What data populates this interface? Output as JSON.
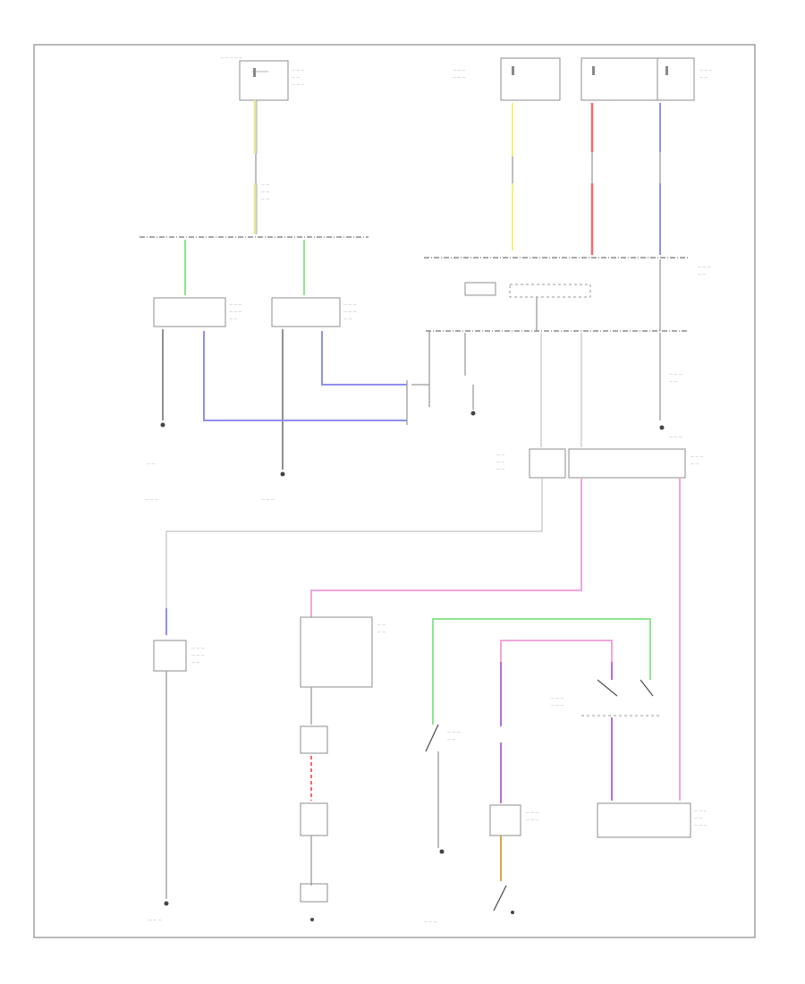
{
  "diagram": {
    "corner_label": "",
    "colors": {
      "frame": "#8a8a8a",
      "wire_gray": "#9a9a9a",
      "wire_yellow": "#f2f27a",
      "wire_red": "#f26a6a",
      "wire_blue": "#8f8fee",
      "wire_green": "#8fe38f",
      "wire_pink": "#f0a6d8",
      "wire_purple": "#b46ed8",
      "wire_orange": "#d9a64a",
      "ground": "#444444"
    },
    "components": [
      {
        "id": "fuse-box-top-left",
        "kind": "fuse-box"
      },
      {
        "id": "fuse-box-top-middle",
        "kind": "fuse-box"
      },
      {
        "id": "fuse-box-top-right",
        "kind": "fuse-box"
      },
      {
        "id": "relay-left",
        "kind": "relay"
      },
      {
        "id": "relay-center-left",
        "kind": "relay"
      },
      {
        "id": "junction-connector-right",
        "kind": "connector"
      },
      {
        "id": "control-unit-center",
        "kind": "module"
      },
      {
        "id": "control-module-middle",
        "kind": "module"
      },
      {
        "id": "switch-lower-middle",
        "kind": "switch"
      },
      {
        "id": "module-bottom-right",
        "kind": "module"
      },
      {
        "id": "sensor-left-column",
        "kind": "sensor"
      }
    ],
    "grounds": [
      {
        "id": "ground-1"
      },
      {
        "id": "ground-2"
      },
      {
        "id": "ground-3"
      },
      {
        "id": "ground-4"
      },
      {
        "id": "ground-5"
      },
      {
        "id": "ground-6"
      },
      {
        "id": "ground-7"
      },
      {
        "id": "ground-8"
      }
    ]
  }
}
